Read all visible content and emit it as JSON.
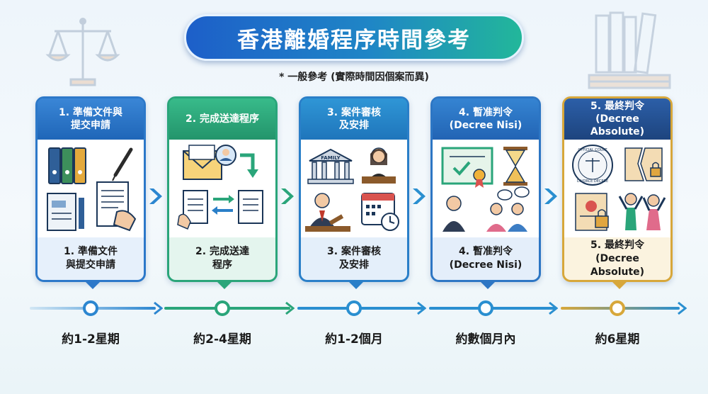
{
  "title": "香港離婚程序時間參考",
  "subtitle": "* 一般參考 (實際時間因個案而異)",
  "colors": {
    "blue": "#2c78c9",
    "green": "#2aa57a",
    "blue2": "#2a7fc8",
    "blue3": "#2d76c4",
    "gold": "#d7a73a"
  },
  "steps": [
    {
      "header": [
        "1. 準備文件與",
        "提交申請"
      ],
      "footer": [
        "1. 準備文件",
        "與提交申請"
      ],
      "duration": "約1-2星期",
      "icons": [
        "binders-icon",
        "pen-icon",
        "documents-icon",
        "form-signing-icon"
      ]
    },
    {
      "header": [
        "2. 完成送達程序"
      ],
      "footer": [
        "2. 完成送達",
        "程序"
      ],
      "duration": "約2-4星期",
      "icons": [
        "envelope-icon",
        "person-badge-icon",
        "arrow-icon",
        "exchange-documents-icon"
      ]
    },
    {
      "header": [
        "3. 案件審核",
        "及安排"
      ],
      "footer": [
        "3. 案件審核",
        "及安排"
      ],
      "duration": "約1-2個月",
      "icons": [
        "family-court-building-icon",
        "judge-icon",
        "lawyer-icon",
        "calendar-clock-icon"
      ]
    },
    {
      "header": [
        "4. 暫准判令",
        "(Decree Nisi)"
      ],
      "footer": [
        "4. 暫准判令",
        "(Decree Nisi)"
      ],
      "duration": "約數個月內",
      "icons": [
        "certificate-icon",
        "hourglass-icon",
        "people-waiting-icon"
      ]
    },
    {
      "header": [
        "5. 最終判令",
        "(Decree Absolute)"
      ],
      "footer": [
        "5. 最終判令",
        "(Decree Absolute)"
      ],
      "duration": "約6星期",
      "icons": [
        "official-court-seal-icon",
        "torn-certificate-icon",
        "locked-document-icon",
        "celebrating-people-icon"
      ]
    }
  ],
  "court_seal_text": "OFFICIAL COURT",
  "court_seal_text_bottom": "DIVORCE DECREE",
  "building_sign": "FAMILY"
}
